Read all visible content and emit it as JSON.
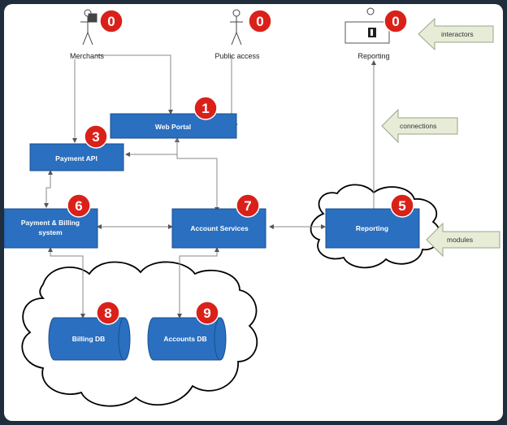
{
  "interactors": {
    "merchants": "Merchants",
    "public_access": "Public access",
    "reporting": "Reporting"
  },
  "modules": {
    "web_portal": "Web Portal",
    "payment_api": "Payment API",
    "payment_billing_line1": "Payment & Billing",
    "payment_billing_line2": "system",
    "account_services": "Account Services",
    "reporting": "Reporting",
    "billing_db": "Billing DB",
    "accounts_db": "Accounts DB"
  },
  "badges": {
    "merchants": "0",
    "public_access": "0",
    "reporting_interactor": "0",
    "web_portal": "1",
    "payment_api": "3",
    "payment_billing": "6",
    "account_services": "7",
    "reporting_module": "5",
    "billing_db": "8",
    "accounts_db": "9"
  },
  "legend": {
    "interactors": "interactors",
    "connections": "connections",
    "modules": "modules"
  },
  "colors": {
    "module_fill": "#2a6fc0",
    "badge": "#d9211a",
    "legend_arrow": "#e6ecd6"
  }
}
